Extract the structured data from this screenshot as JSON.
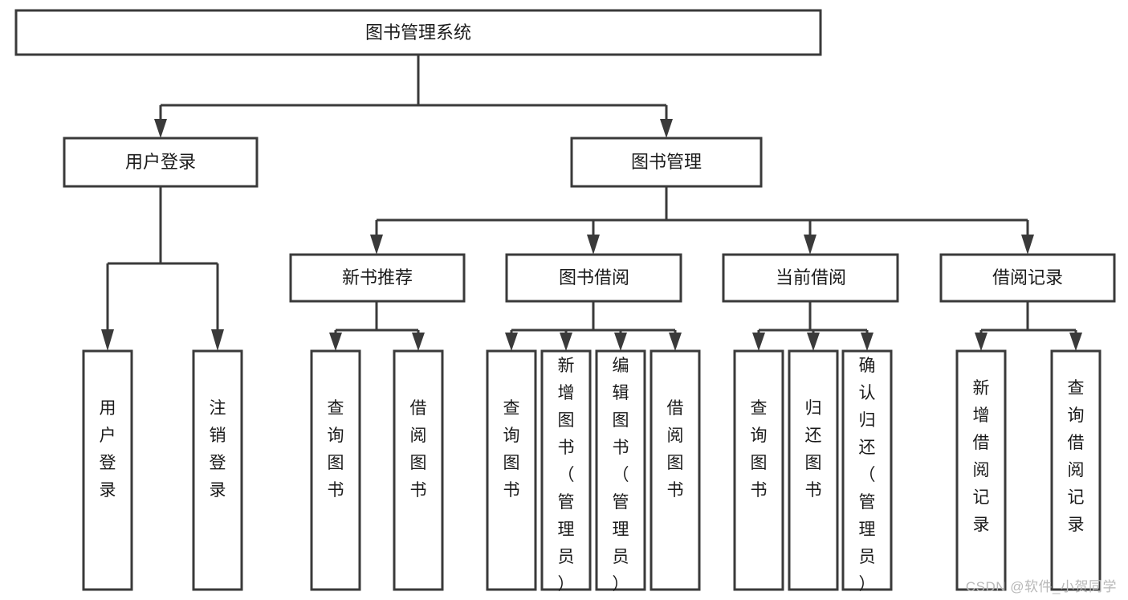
{
  "diagram": {
    "type": "tree-hierarchy-chart",
    "title": "图书管理系统",
    "watermark": "CSDN @软件_小贺同学",
    "colors": {
      "stroke": "#3a3a3a",
      "fill": "#ffffff",
      "text": "#1a1a1a",
      "watermark": "#b8b8b8"
    },
    "root": {
      "label": "图书管理系统",
      "orientation": "horizontal"
    },
    "level2": [
      {
        "label": "用户登录",
        "orientation": "horizontal"
      },
      {
        "label": "图书管理",
        "orientation": "horizontal"
      }
    ],
    "level3": [
      {
        "label": "新书推荐",
        "orientation": "horizontal",
        "parent": "图书管理"
      },
      {
        "label": "图书借阅",
        "orientation": "horizontal",
        "parent": "图书管理"
      },
      {
        "label": "当前借阅",
        "orientation": "horizontal",
        "parent": "图书管理"
      },
      {
        "label": "借阅记录",
        "orientation": "horizontal",
        "parent": "图书管理"
      }
    ],
    "leaves": {
      "用户登录": [
        {
          "label": "用户登录",
          "orientation": "vertical"
        },
        {
          "label": "注销登录",
          "orientation": "vertical"
        }
      ],
      "新书推荐": [
        {
          "label": "查询图书",
          "orientation": "vertical"
        },
        {
          "label": "借阅图书",
          "orientation": "vertical"
        }
      ],
      "图书借阅": [
        {
          "label": "查询图书",
          "orientation": "vertical"
        },
        {
          "label": "新增图书（管理员）",
          "orientation": "vertical"
        },
        {
          "label": "编辑图书（管理员）",
          "orientation": "vertical"
        },
        {
          "label": "借阅图书",
          "orientation": "vertical"
        }
      ],
      "当前借阅": [
        {
          "label": "查询图书",
          "orientation": "vertical"
        },
        {
          "label": "归还图书",
          "orientation": "vertical"
        },
        {
          "label": "确认归还（管理员）",
          "orientation": "vertical"
        }
      ],
      "借阅记录": [
        {
          "label": "新增借阅记录",
          "orientation": "vertical"
        },
        {
          "label": "查询借阅记录",
          "orientation": "vertical"
        }
      ]
    }
  }
}
